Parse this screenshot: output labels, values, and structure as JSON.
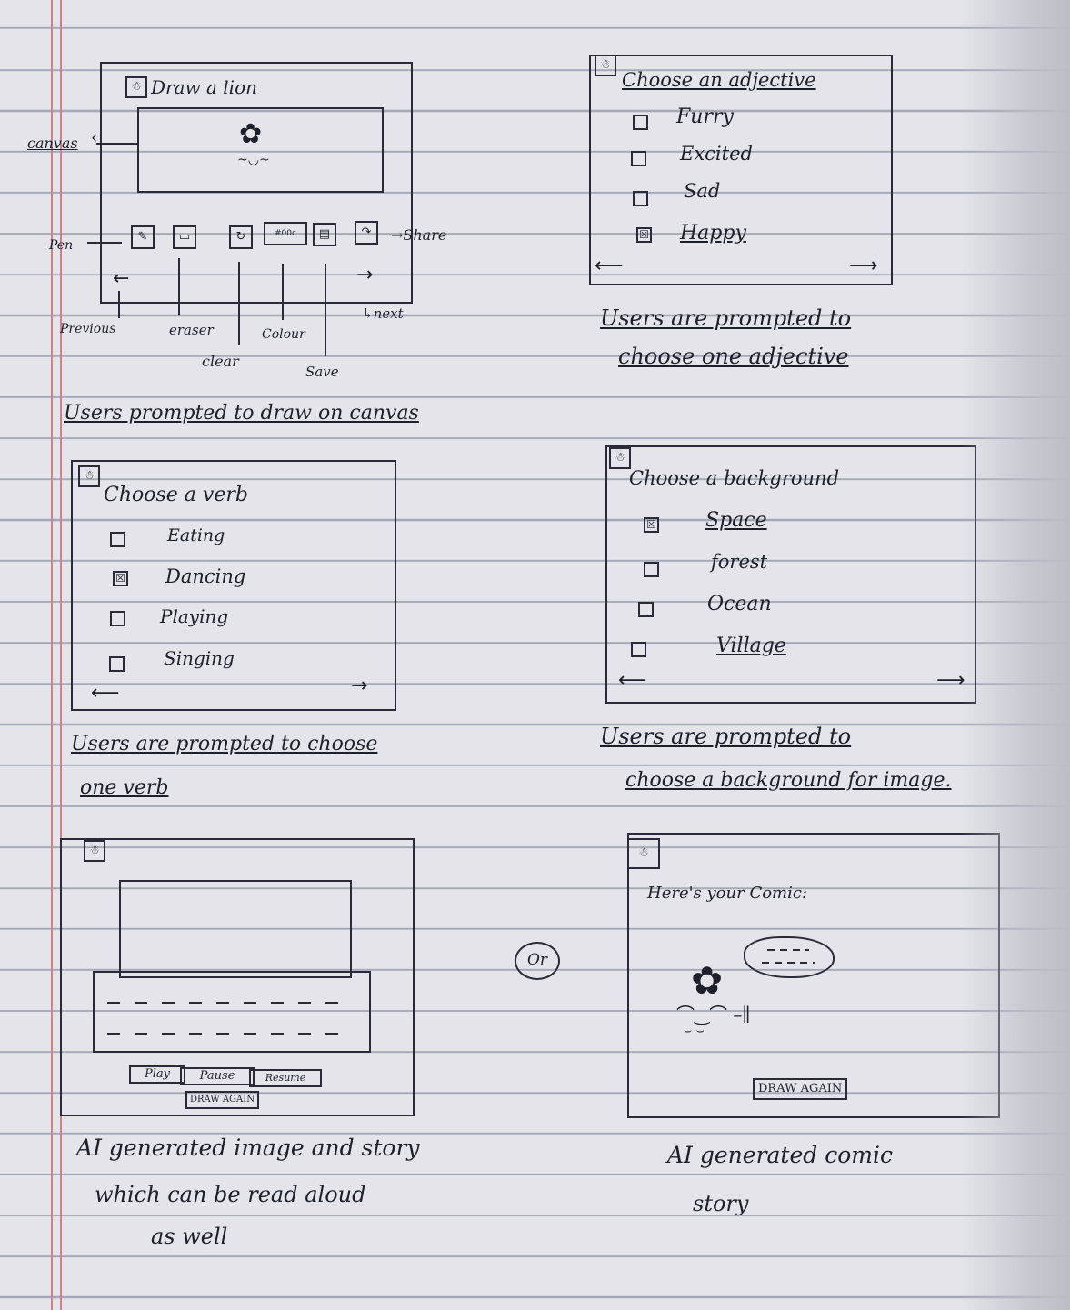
{
  "sketch1": {
    "title": "Draw a lion",
    "labels": {
      "canvas": "canvas",
      "pen": "Pen",
      "share": "Share",
      "previous": "Previous",
      "eraser": "eraser",
      "clear": "clear",
      "colour": "Colour",
      "save": "Save",
      "next": "next",
      "color_code": "#00c"
    },
    "caption": "Users prompted to draw on canvas"
  },
  "sketch2": {
    "title": "Choose an adjective",
    "options": [
      "Furry",
      "Excited",
      "Sad",
      "Happy"
    ],
    "checked": [
      false,
      false,
      false,
      true
    ],
    "caption_line1": "Users are prompted to",
    "caption_line2": "choose one adjective"
  },
  "sketch3": {
    "title": "Choose a verb",
    "options": [
      "Eating",
      "Dancing",
      "Playing",
      "Singing"
    ],
    "checked": [
      false,
      true,
      false,
      false
    ],
    "caption_line1": "Users are prompted to choose",
    "caption_line2": "one verb"
  },
  "sketch4": {
    "title": "Choose a background",
    "options": [
      "Space",
      "forest",
      "Ocean",
      "Village"
    ],
    "checked": [
      true,
      false,
      false,
      false
    ],
    "caption_line1": "Users are prompted to",
    "caption_line2": "choose a background for image."
  },
  "sketch5": {
    "buttons": [
      "Play",
      "Pause",
      "Resume"
    ],
    "draw_again": "DRAW AGAIN",
    "caption_line1": "AI generated image and story",
    "caption_line2": "which can be read aloud",
    "caption_line3": "as well"
  },
  "or_label": "Or",
  "sketch6": {
    "heading": "Here's your Comic:",
    "draw_again": "DRAW AGAIN",
    "caption_line1": "AI generated comic",
    "caption_line2": "story"
  }
}
